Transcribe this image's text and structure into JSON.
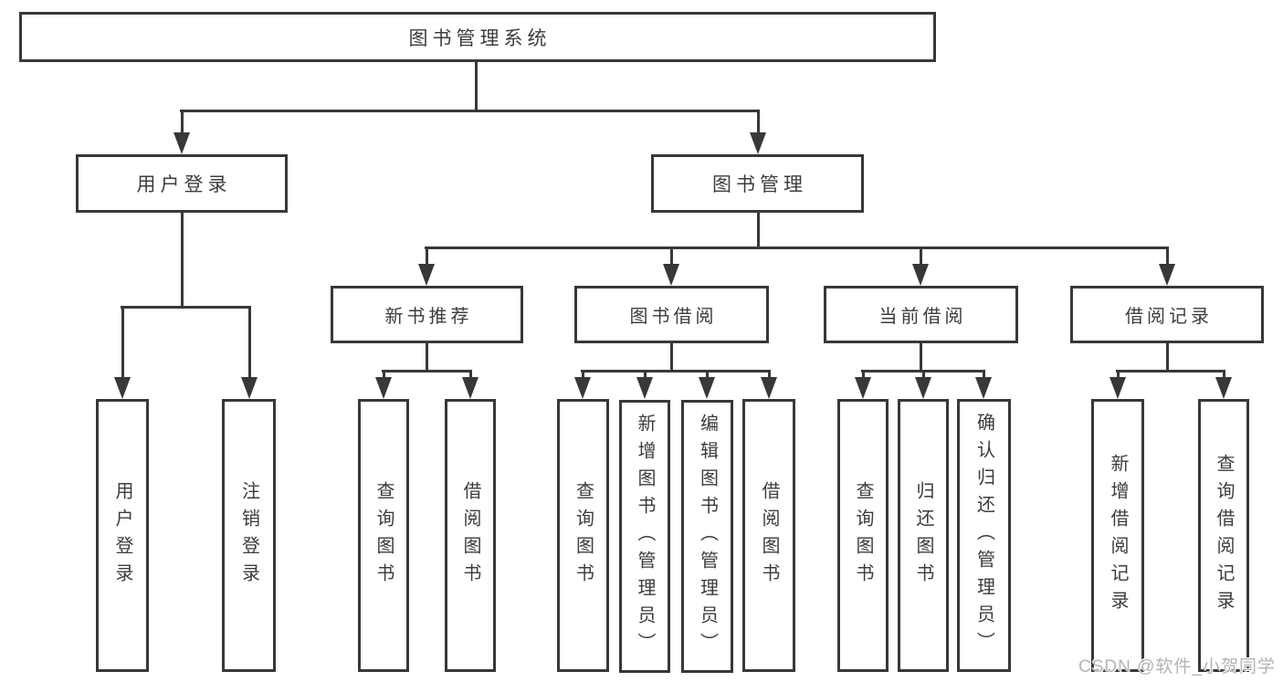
{
  "diagram_title": "图书管理系统",
  "tree": {
    "root": {
      "label": "图书管理系统"
    },
    "children": [
      {
        "label": "用户登录",
        "children": [
          {
            "label": "用户登录"
          },
          {
            "label": "注销登录"
          }
        ]
      },
      {
        "label": "图书管理",
        "children": [
          {
            "label": "新书推荐",
            "children": [
              {
                "label": "查询图书"
              },
              {
                "label": "借阅图书"
              }
            ]
          },
          {
            "label": "图书借阅",
            "children": [
              {
                "label": "查询图书"
              },
              {
                "label": "新增图书（管理员）"
              },
              {
                "label": "编辑图书（管理员）"
              },
              {
                "label": "借阅图书"
              }
            ]
          },
          {
            "label": "当前借阅",
            "children": [
              {
                "label": "查询图书"
              },
              {
                "label": "归还图书"
              },
              {
                "label": "确认归还（管理员）"
              }
            ]
          },
          {
            "label": "借阅记录",
            "children": [
              {
                "label": "新增借阅记录"
              },
              {
                "label": "查询借阅记录"
              }
            ]
          }
        ]
      }
    ]
  },
  "watermark": {
    "text": "CSDN @软件_小贺同学"
  },
  "colors": {
    "line": "#383838",
    "text": "#3c3c3c",
    "background": "#ffffff",
    "watermark": "#b4b4b4"
  }
}
